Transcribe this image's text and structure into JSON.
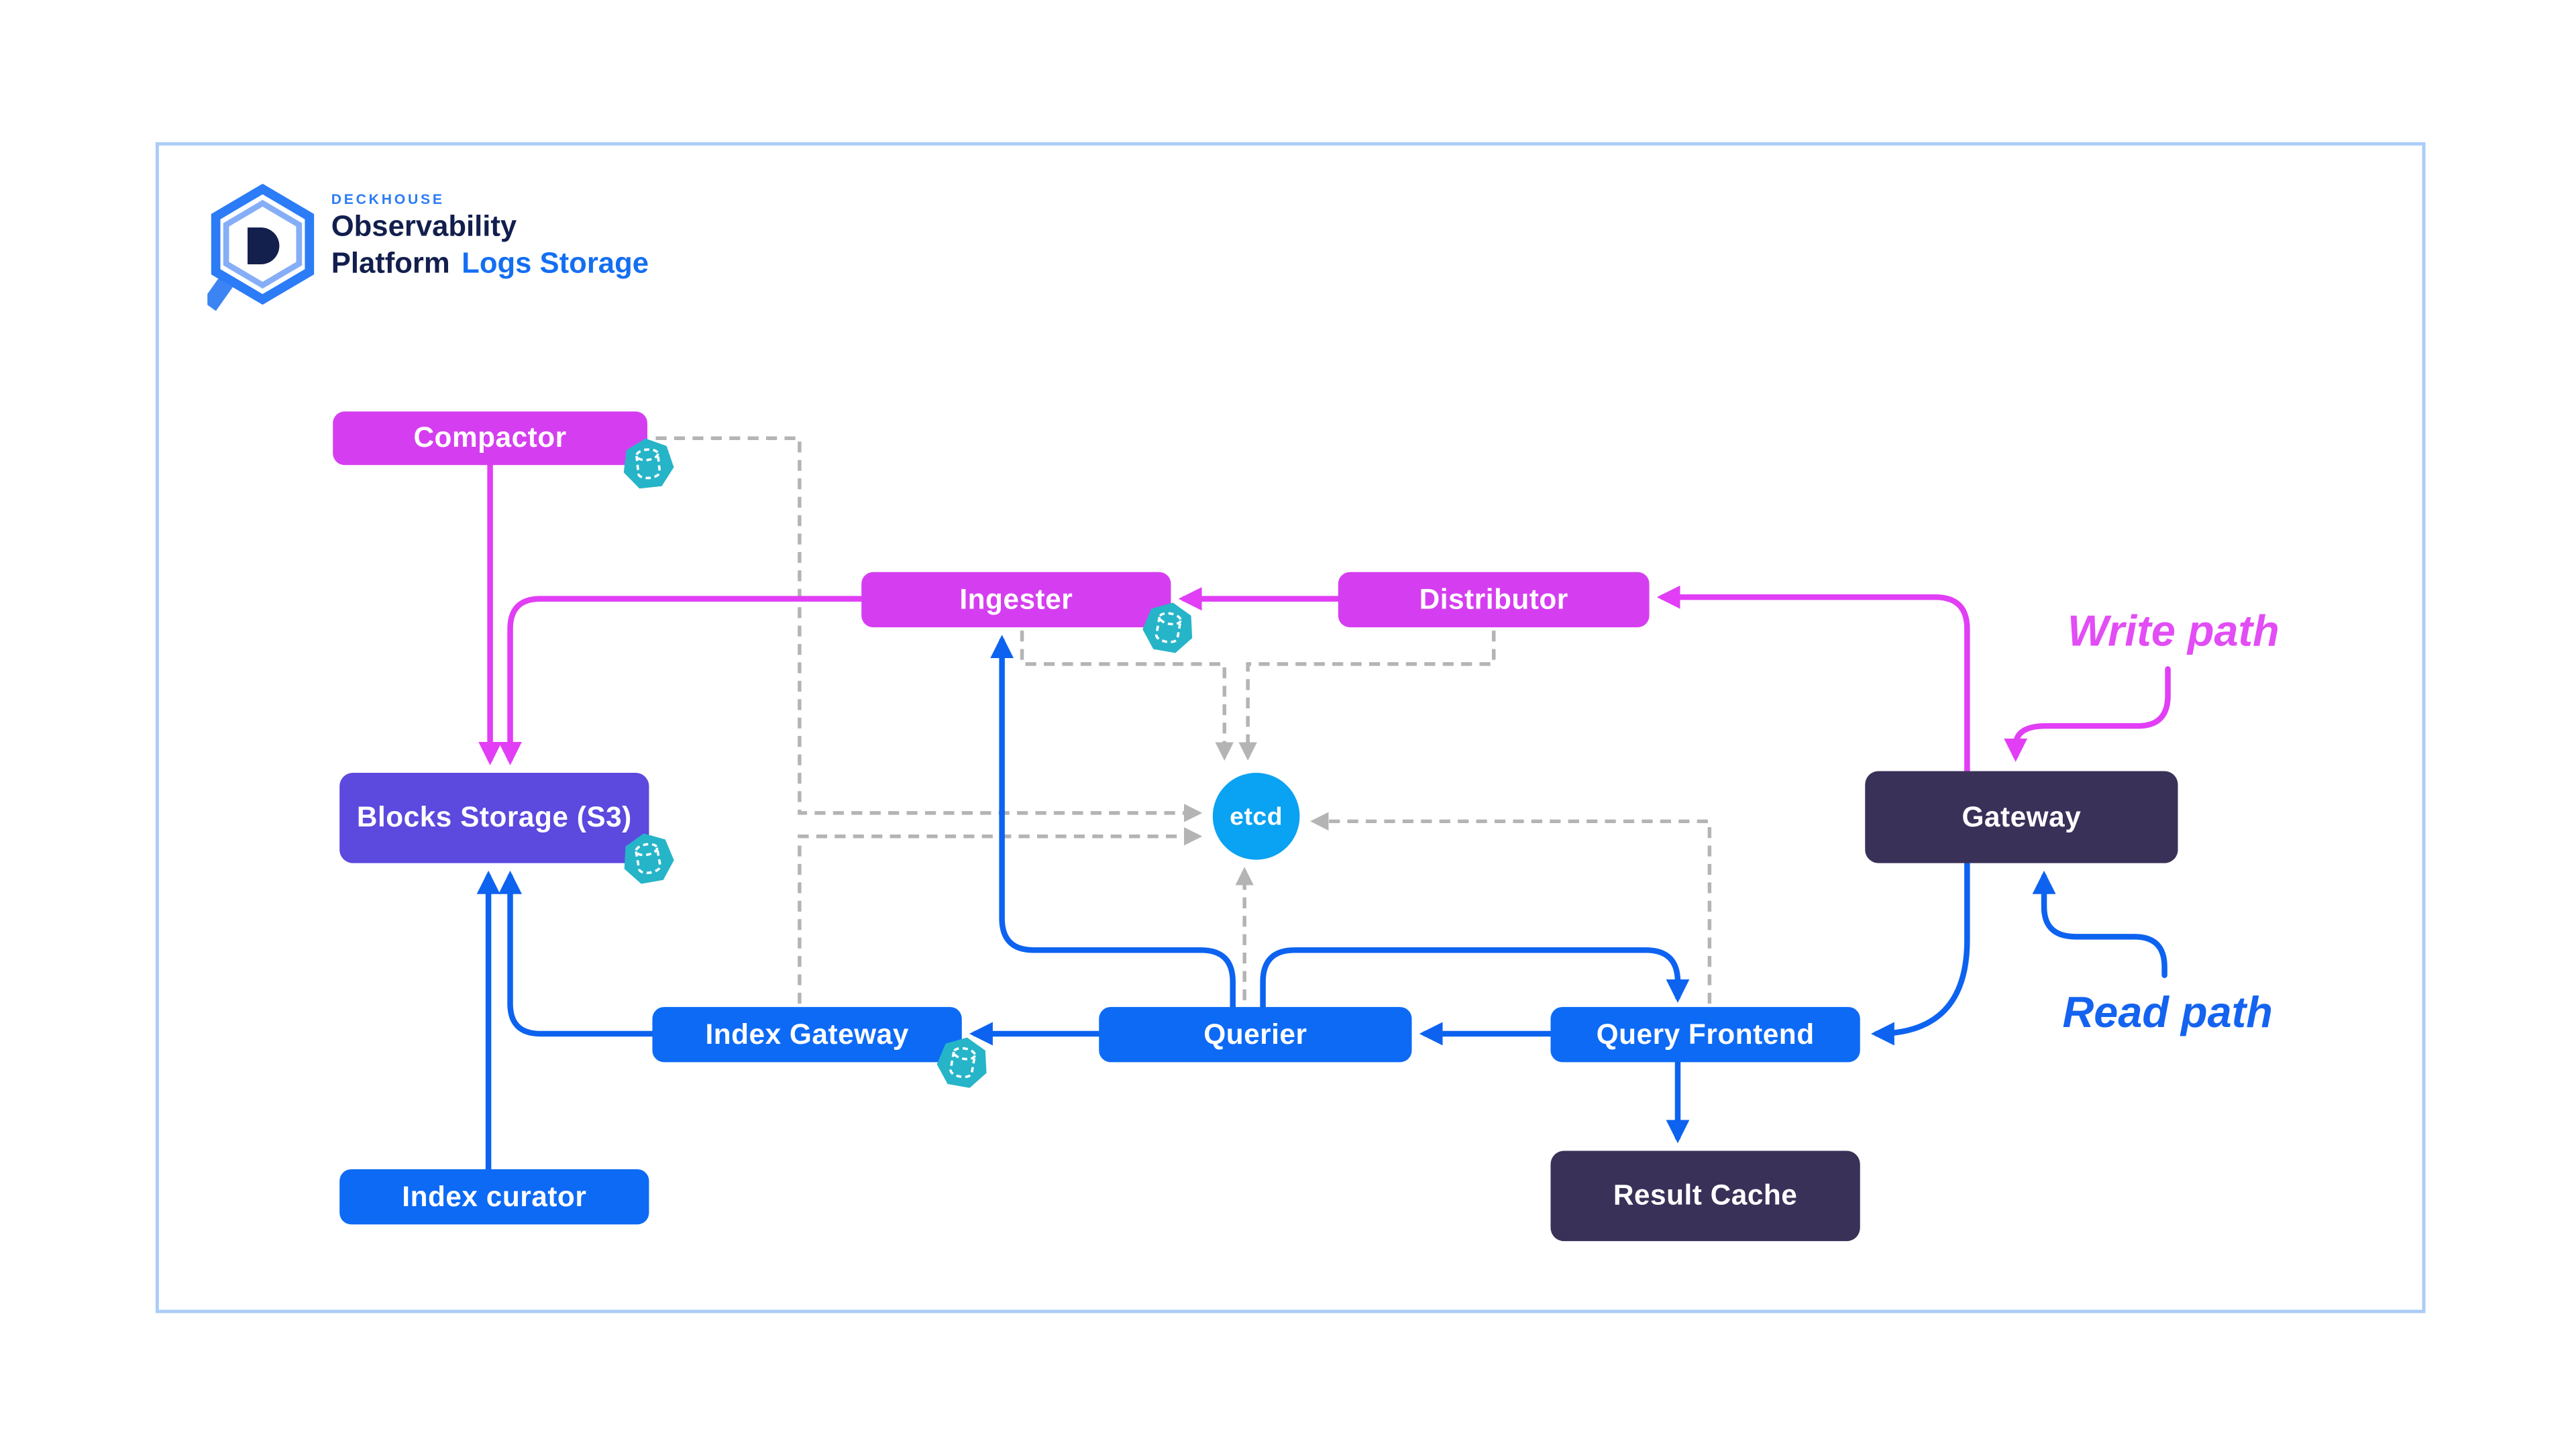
{
  "diagram": {
    "logo": {
      "brand": "DECKHOUSE",
      "title_line1": "Observability",
      "title_line2": "Platform",
      "subtitle": "Logs Storage"
    },
    "annotations": {
      "write_path": "Write path",
      "read_path": "Read path"
    },
    "nodes": {
      "compactor": {
        "label": "Compactor",
        "color": "#d53ef0",
        "storage_icon": true
      },
      "ingester": {
        "label": "Ingester",
        "color": "#d53ef0",
        "storage_icon": true
      },
      "distributor": {
        "label": "Distributor",
        "color": "#d53ef0",
        "storage_icon": false
      },
      "blocks_storage": {
        "label": "Blocks Storage (S3)",
        "color": "#5c49de",
        "storage_icon": true
      },
      "etcd": {
        "label": "etcd",
        "color": "#0aa2f2",
        "storage_icon": false
      },
      "gateway": {
        "label": "Gateway",
        "color": "#3a3159",
        "storage_icon": false
      },
      "index_gateway": {
        "label": "Index Gateway",
        "color": "#0d6af5",
        "storage_icon": true
      },
      "querier": {
        "label": "Querier",
        "color": "#0d6af5",
        "storage_icon": false
      },
      "query_frontend": {
        "label": "Query Frontend",
        "color": "#0d6af5",
        "storage_icon": false
      },
      "index_curator": {
        "label": "Index curator",
        "color": "#0d6af5",
        "storage_icon": false
      },
      "result_cache": {
        "label": "Result Cache",
        "color": "#3a3159",
        "storage_icon": false
      }
    },
    "edges": [
      {
        "from": "Gateway",
        "to": "Distributor",
        "path": "write"
      },
      {
        "from": "Distributor",
        "to": "Ingester",
        "path": "write"
      },
      {
        "from": "Ingester",
        "to": "Blocks Storage (S3)",
        "path": "write"
      },
      {
        "from": "Compactor",
        "to": "Blocks Storage (S3)",
        "path": "write"
      },
      {
        "from": "Gateway",
        "to": "Query Frontend",
        "path": "read"
      },
      {
        "from": "Query Frontend",
        "to": "Querier",
        "path": "read"
      },
      {
        "from": "Querier",
        "to": "Query Frontend",
        "path": "read"
      },
      {
        "from": "Querier",
        "to": "Index Gateway",
        "path": "read"
      },
      {
        "from": "Querier",
        "to": "Ingester",
        "path": "read"
      },
      {
        "from": "Index Gateway",
        "to": "Blocks Storage (S3)",
        "path": "read"
      },
      {
        "from": "Index curator",
        "to": "Blocks Storage (S3)",
        "path": "read"
      },
      {
        "from": "Query Frontend",
        "to": "Result Cache",
        "path": "read"
      },
      {
        "from": "Compactor",
        "to": "etcd",
        "path": "coordination"
      },
      {
        "from": "Index Gateway",
        "to": "etcd",
        "path": "coordination"
      },
      {
        "from": "Ingester",
        "to": "etcd",
        "path": "coordination"
      },
      {
        "from": "Distributor",
        "to": "etcd",
        "path": "coordination"
      },
      {
        "from": "Querier",
        "to": "etcd",
        "path": "coordination"
      },
      {
        "from": "Query Frontend",
        "to": "etcd",
        "path": "coordination"
      }
    ],
    "colors": {
      "write_path": "#e13ef5",
      "read_path": "#0d63f0",
      "coordination_dashed": "#b4b4b4",
      "storage_icon": "#26b4c8",
      "frame_border": "#abcdf7",
      "brand_navy": "#121f4d",
      "brand_blue": "#2b7cf6"
    }
  }
}
